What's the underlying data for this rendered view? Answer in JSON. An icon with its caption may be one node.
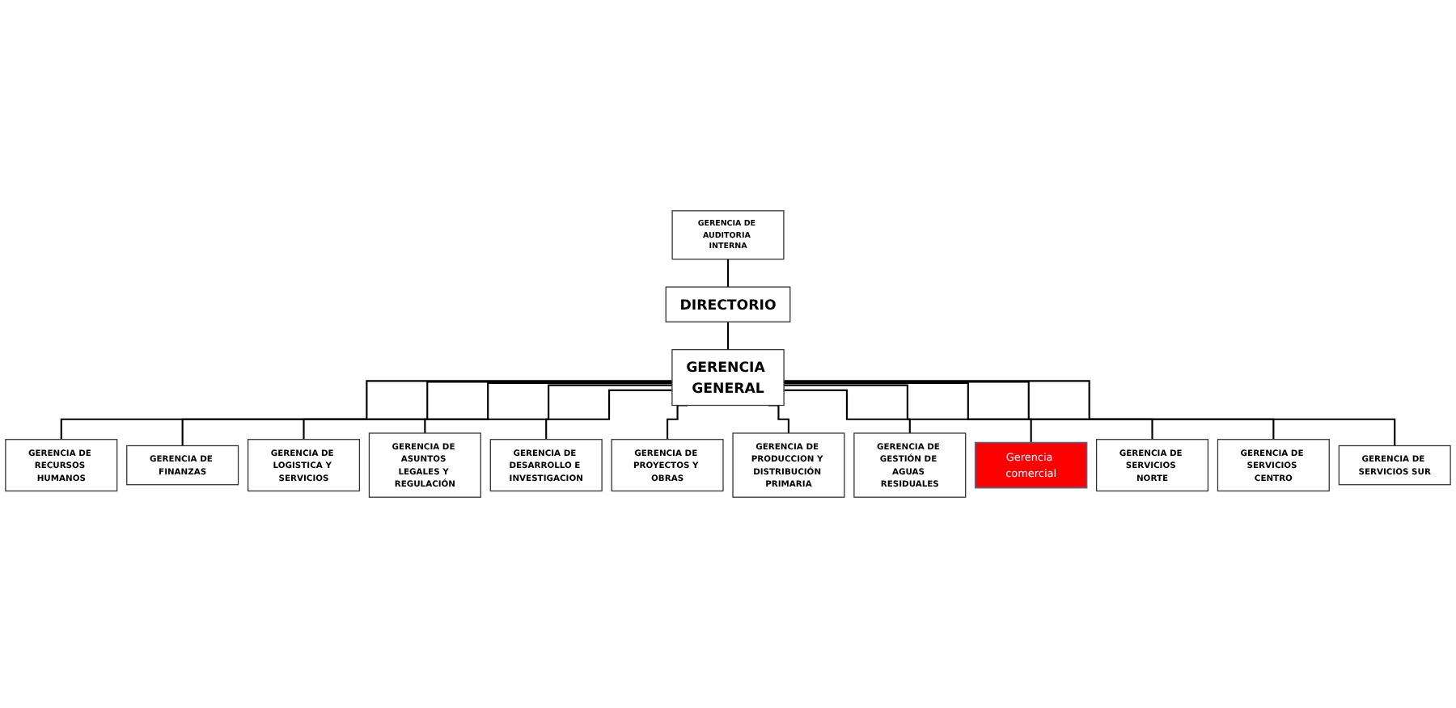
{
  "diagram": {
    "nodes": [
      {
        "text": [
          "GERENCIA DE AUDITORIA INTERNA"
        ]
      },
      {
        "text": [
          "DIRECTORIO"
        ]
      },
      {
        "text": [
          "GERENCIA GENERAL"
        ]
      },
      {
        "text": [
          "GERENCIA DE RECURSOS HUMANOS"
        ]
      },
      {
        "text": [
          "GERENCIA DE FINANZAS"
        ]
      },
      {
        "text": [
          "GERENCIA DE LOGISTICA Y SERVICIOS"
        ]
      },
      {
        "text": [
          "GERENCIA DE ASUNTOS LEGALES Y REGULACIÓN"
        ]
      },
      {
        "text": [
          "GERENCIA DE DESARROLLO E INVESTIGACION"
        ]
      },
      {
        "text": [
          "GERENCIA DE PROYECTOS Y OBRAS"
        ]
      },
      {
        "text": [
          "GERENCIA DE PRODUCCION Y DISTRIBUCIÓN PRIMARIA"
        ]
      },
      {
        "text": [
          "GERENCIA DE GESTIÓN DE AGUAS RESIDUALES"
        ]
      },
      {
        "text": [
          "Gerencia comercial"
        ]
      },
      {
        "text": [
          "GERENCIA DE SERVICIOS NORTE"
        ]
      },
      {
        "text": [
          "GERENCIA DE SERVICIOS CENTRO"
        ]
      },
      {
        "text": [
          "GERENCIA DE SERVICIOS SUR"
        ]
      }
    ],
    "edges": [
      {
        "from": 0,
        "to": 1,
        "arrow": "none"
      },
      {
        "from": 1,
        "to": 2,
        "arrow": "none"
      },
      {
        "from": 2,
        "to": 3,
        "arrow": "none"
      },
      {
        "from": 2,
        "to": 4,
        "arrow": "none"
      },
      {
        "from": 2,
        "to": 5,
        "arrow": "none"
      },
      {
        "from": 2,
        "to": 6,
        "arrow": "none"
      },
      {
        "from": 2,
        "to": 7,
        "arrow": "none"
      },
      {
        "from": 2,
        "to": 8,
        "arrow": "none"
      },
      {
        "from": 2,
        "to": 9,
        "arrow": "none"
      },
      {
        "from": 2,
        "to": 10,
        "arrow": "none"
      },
      {
        "from": 2,
        "to": 11,
        "arrow": "none"
      },
      {
        "from": 2,
        "to": 12,
        "arrow": "none"
      },
      {
        "from": 2,
        "to": 13,
        "arrow": "none"
      },
      {
        "from": 2,
        "to": 14,
        "arrow": "none"
      }
    ]
  }
}
